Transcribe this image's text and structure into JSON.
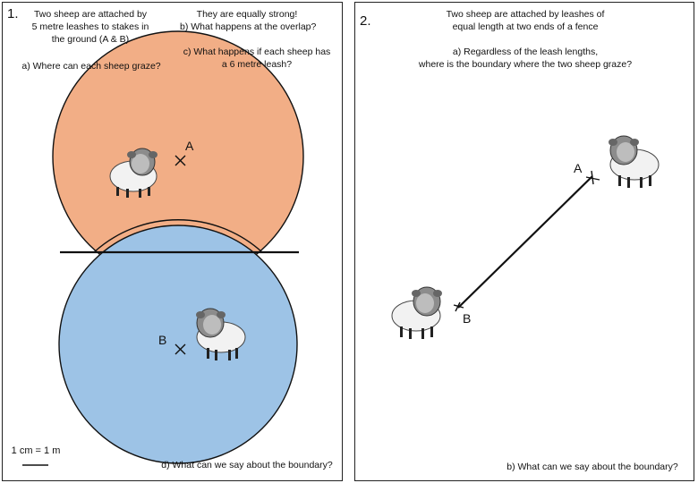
{
  "panel1": {
    "number": "1.",
    "intro": [
      "Two sheep are attached by",
      "5 metre leashes to stakes in",
      "the ground (A & B)"
    ],
    "q_a": "a) Where can each sheep graze?",
    "intro2": [
      "They are equally strong!",
      "b) What happens at the overlap?"
    ],
    "q_c": [
      "c) What happens if each sheep has",
      "a 6 metre leash?"
    ],
    "label_a": "A",
    "label_b": "B",
    "scale": "1 cm = 1 m",
    "q_d": "d) What can we say about the boundary?",
    "colors": {
      "circle_a": "#f2ae86",
      "circle_b": "#9dc3e6"
    }
  },
  "panel2": {
    "number": "2.",
    "intro": [
      "Two sheep are attached by leashes of",
      "equal length at two ends of a fence"
    ],
    "q_a": [
      "a) Regardless of the leash lengths,",
      "where is the boundary where the two sheep graze?"
    ],
    "label_a": "A",
    "label_b": "B",
    "q_b": "b) What can we say about the boundary?"
  },
  "icons": [
    "sheep-icon",
    "cross-mark-icon"
  ]
}
